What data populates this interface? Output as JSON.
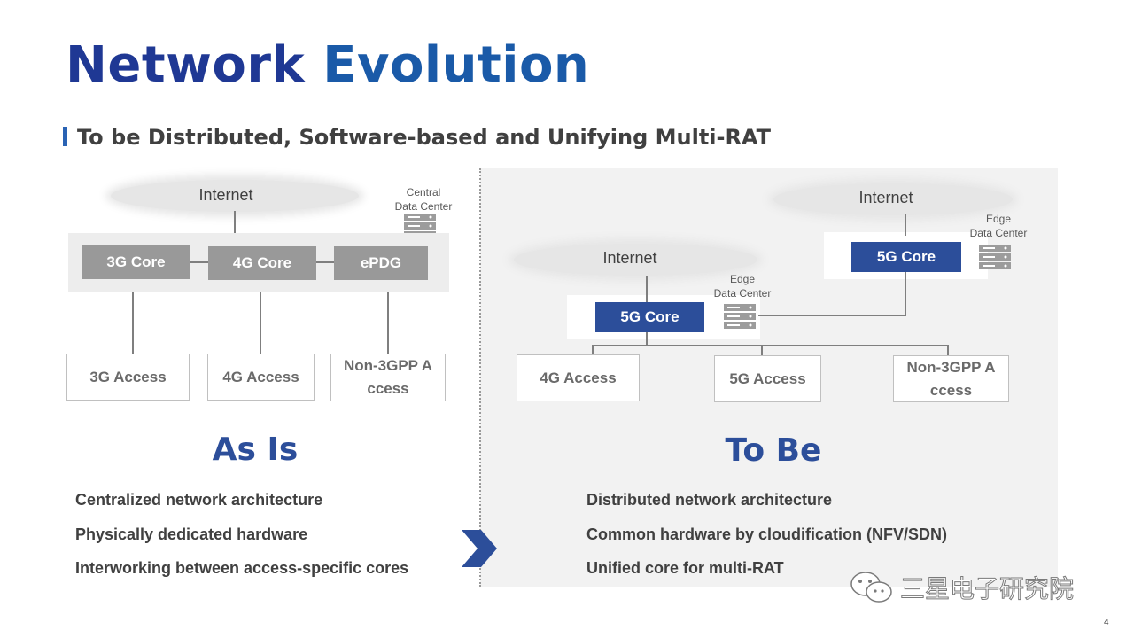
{
  "title": {
    "word1": "Network",
    "word2": "Evolution"
  },
  "subtitle": "To be Distributed, Software-based and Unifying Multi-RAT",
  "as_is": {
    "internet": "Internet",
    "central_dc": "Central\nData  Center",
    "cores": [
      "3G Core",
      "4G Core",
      "ePDG"
    ],
    "access": [
      "3G Access",
      "4G Access",
      "Non-3GPP A\nccess"
    ],
    "heading": "As Is",
    "bullets": [
      "Centralized network architecture",
      "Physically dedicated hardware",
      "Interworking between access-specific cores"
    ]
  },
  "to_be": {
    "internet_left": "Internet",
    "internet_right": "Internet",
    "edge_dc_left": "Edge\nData Center",
    "edge_dc_right": "Edge\nData Center",
    "core_left": "5G Core",
    "core_right": "5G Core",
    "access": [
      "4G Access",
      "5G Access",
      "Non-3GPP A\nccess"
    ],
    "heading": "To Be",
    "bullets": [
      "Distributed network architecture",
      "Common hardware by cloudification (NFV/SDN)",
      "Unified core for multi-RAT"
    ]
  },
  "colors": {
    "title_dark_blue": "#1f3894",
    "title_blue": "#1a5aa8",
    "core_blue": "#2c4e9a",
    "core_grey": "#999999"
  },
  "icons": [
    "server-icon",
    "chevron-right-icon",
    "wechat-icon"
  ],
  "watermark": "三星电子研究院",
  "page_number": "4"
}
